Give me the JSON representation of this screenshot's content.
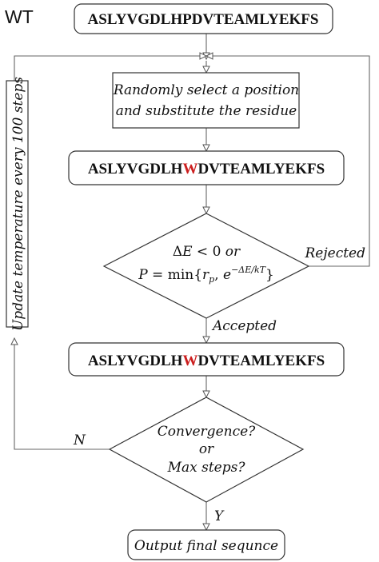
{
  "corner_label": "WT",
  "sequences": {
    "wild_type": "ASLYVGDLHPDVTEAMLYEKFS",
    "mutant_prefix": "ASLYVGDLH",
    "mutant_residue": "W",
    "mutant_suffix": "DVTEAMLYEKFS"
  },
  "steps": {
    "select_line1": "Randomly select a position",
    "select_line2": "and substitute the residue",
    "output": "Output final sequnce",
    "side_loop": "Update temperature every 100 steps"
  },
  "decisions": {
    "criterion_line1": "ΔE < 0 or",
    "criterion_line2": "P = min{r_p, e^(−ΔE/kT)}",
    "convergence_line1": "Convergence?",
    "convergence_line2": "or",
    "convergence_line3": "Max steps?"
  },
  "edge_labels": {
    "rejected": "Rejected",
    "accepted": "Accepted",
    "no": "N",
    "yes": "Y"
  },
  "colors": {
    "mutation": "#cc1f1f",
    "stroke": "#333333"
  }
}
